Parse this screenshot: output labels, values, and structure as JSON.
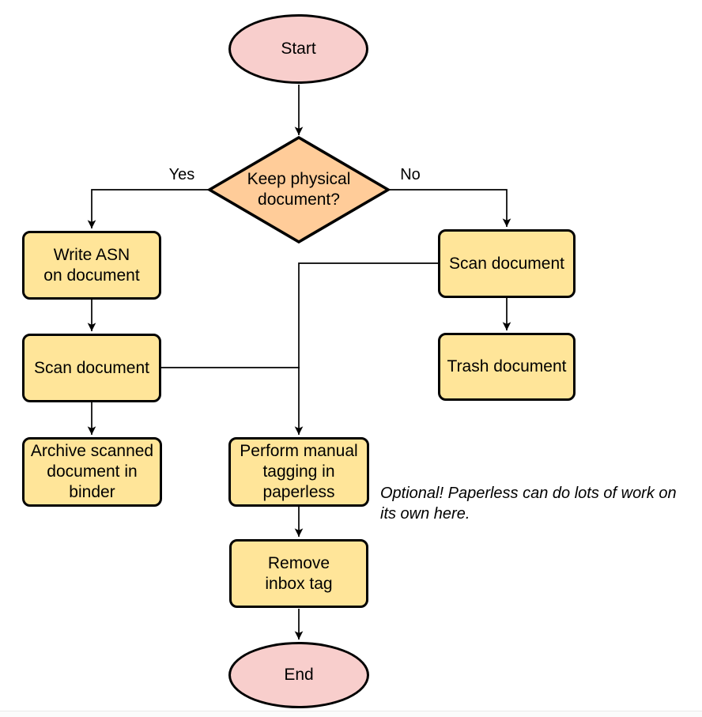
{
  "diagram": {
    "type": "flowchart",
    "topic": "Paperless document intake workflow"
  },
  "colors": {
    "terminal_fill": "#F8CECC",
    "decision_fill": "#FFCC99",
    "process_fill": "#FFE599",
    "stroke": "#000000",
    "background": "#FFFFFF"
  },
  "nodes": {
    "start": {
      "label": "Start",
      "shape": "ellipse"
    },
    "decision": {
      "label": "Keep physical\ndocument?",
      "shape": "diamond"
    },
    "write_asn": {
      "label": "Write ASN\non document",
      "shape": "rounded-rect"
    },
    "scan_left": {
      "label": "Scan document",
      "shape": "rounded-rect"
    },
    "archive": {
      "label": "Archive scanned\ndocument in\nbinder",
      "shape": "rounded-rect"
    },
    "scan_right": {
      "label": "Scan document",
      "shape": "rounded-rect"
    },
    "trash": {
      "label": "Trash document",
      "shape": "rounded-rect"
    },
    "tagging": {
      "label": "Perform manual\ntagging in\npaperless",
      "shape": "rounded-rect"
    },
    "remove_inbox": {
      "label": "Remove\ninbox tag",
      "shape": "rounded-rect"
    },
    "end": {
      "label": "End",
      "shape": "ellipse"
    }
  },
  "edge_labels": {
    "yes": "Yes",
    "no": "No"
  },
  "annotation": {
    "text": "Optional! Paperless can do lots of work on\nits own here."
  },
  "edges": [
    "start -> decision",
    "decision -Yes-> write_asn",
    "decision -No-> scan_right",
    "write_asn -> scan_left",
    "scan_left -> archive",
    "scan_left -> tagging",
    "scan_right -> trash",
    "scan_right -> tagging",
    "tagging -> remove_inbox",
    "remove_inbox -> end"
  ]
}
